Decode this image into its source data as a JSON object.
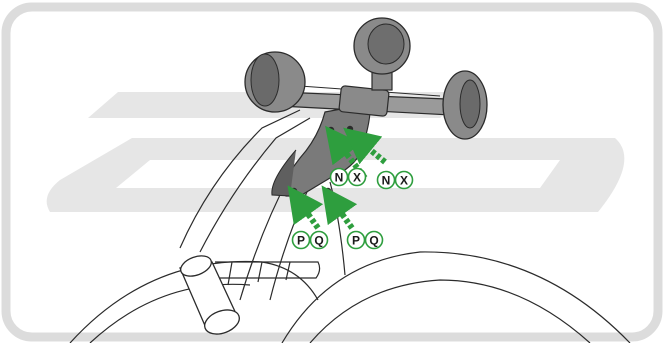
{
  "colors": {
    "frame_border": "#dcdcdc",
    "background_logo": "#e6e6e6",
    "line_art": "#2b2b2b",
    "bracket_fill": "#7a7a7a",
    "pod_fill": "#8a8a8a",
    "arrow_green": "#2e9e3e",
    "badge_border": "#2e9e3e",
    "badge_fill": "#ffffff"
  },
  "callouts": [
    {
      "id": "upper-right",
      "labels": [
        "N",
        "X"
      ]
    },
    {
      "id": "upper-left",
      "labels": [
        "N",
        "X"
      ]
    },
    {
      "id": "lower-left",
      "labels": [
        "P",
        "Q"
      ]
    },
    {
      "id": "lower-right",
      "labels": [
        "P",
        "Q"
      ]
    }
  ],
  "icons": [
    "screw-icon",
    "arrow-icon"
  ]
}
